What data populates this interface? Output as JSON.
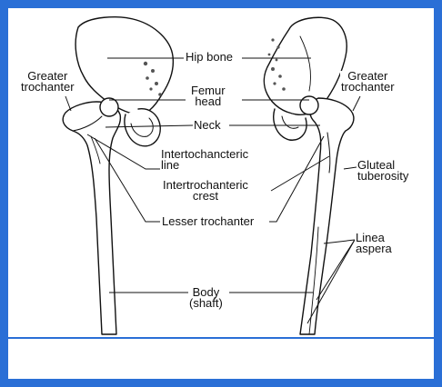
{
  "colors": {
    "frame": "#2a6fd6",
    "ink": "#111111",
    "bone_fill": "#ffffff",
    "shade": "#555555"
  },
  "labels": {
    "hip_bone": "Hip bone",
    "greater_trochanter_left": [
      "Greater",
      "trochanter"
    ],
    "greater_trochanter_right": [
      "Greater",
      "trochanter"
    ],
    "femur_head": [
      "Femur",
      "head"
    ],
    "neck": "Neck",
    "intertrochanteric_line": [
      "Intertochancteric",
      "line"
    ],
    "intertrochanteric_crest": [
      "Intertrochanteric",
      "crest"
    ],
    "gluteal_tuberosity": [
      "Gluteal",
      "tuberosity"
    ],
    "lesser_trochanter": "Lesser trochanter",
    "linea_aspera": [
      "Linea",
      "aspera"
    ],
    "body_shaft": [
      "Body",
      "(shaft)"
    ]
  }
}
